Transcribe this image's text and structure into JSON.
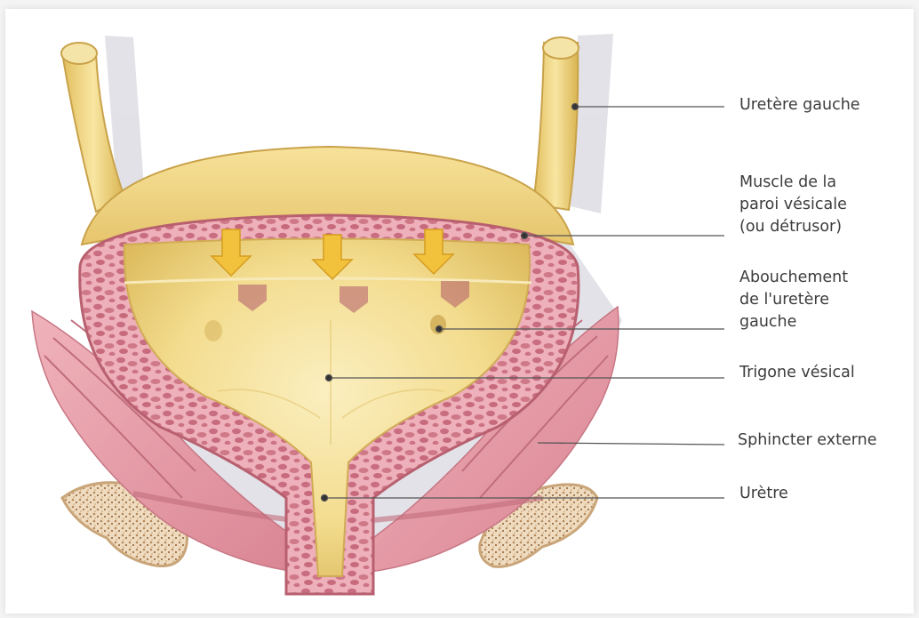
{
  "diagram": {
    "labels": [
      {
        "id": "ureter-left",
        "text": "Uretère gauche"
      },
      {
        "id": "detrusor",
        "text": "Muscle de la\nparoi vésicale\n(ou détrusor)"
      },
      {
        "id": "ureter-orifice",
        "text": "Abouchement\nde l'uretère\ngauche"
      },
      {
        "id": "trigone",
        "text": "Trigone vésical"
      },
      {
        "id": "sphincter",
        "text": "Sphincter externe"
      },
      {
        "id": "urethra",
        "text": "Urètre"
      }
    ]
  },
  "colors": {
    "bladder": "#f3dc8e",
    "bladder_edge": "#d9b85a",
    "muscle": "#e9a2ae",
    "muscle_cell": "#c76a7c",
    "sphincter": "#e39aa4",
    "bone": "#e9d3b0",
    "arrow": "#f0c040",
    "leader": "#555555"
  }
}
